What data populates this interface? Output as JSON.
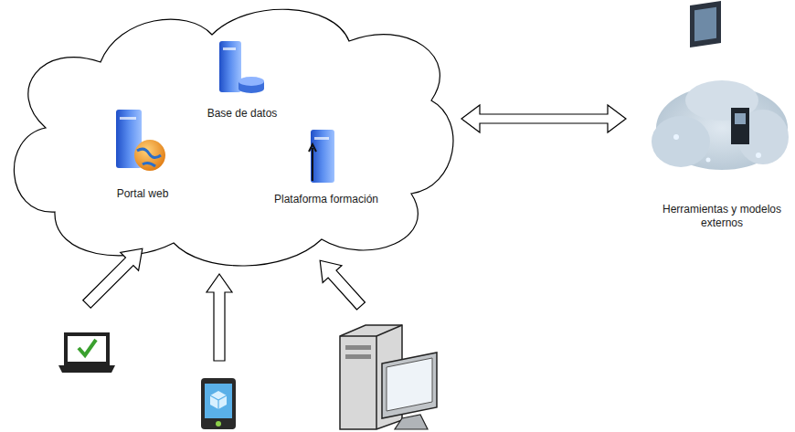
{
  "diagram": {
    "nodes": [
      {
        "text": [
          "Base de datos"
        ]
      },
      {
        "text": [
          "Portal web"
        ]
      },
      {
        "text": [
          "Plataforma formación"
        ]
      },
      {
        "text": [
          "Herramientas y modelos externos"
        ]
      }
    ]
  }
}
